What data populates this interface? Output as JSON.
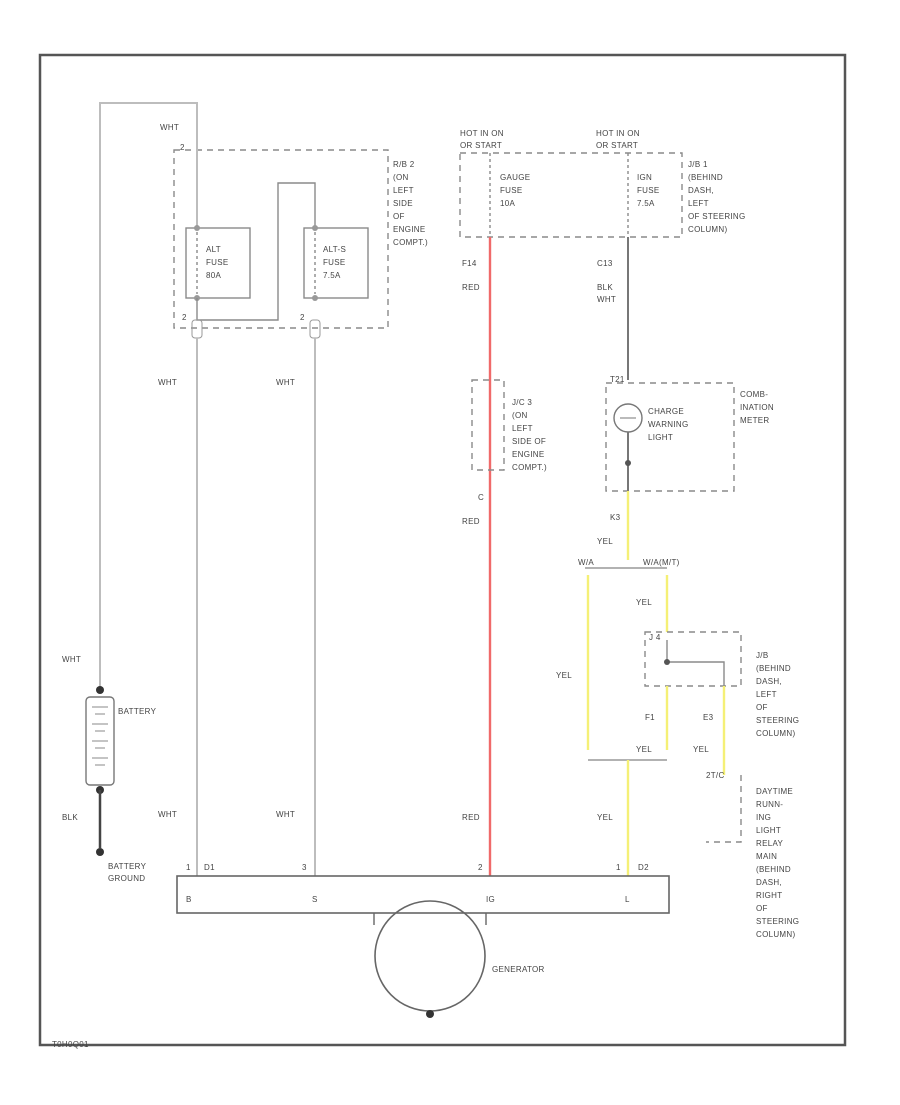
{
  "diagram_id": "T0H0Q01",
  "relay_block_1": [
    "R/B 2",
    "(ON",
    "LEFT",
    "SIDE",
    "OF",
    "ENGINE",
    "COMPT.)"
  ],
  "fuse_alt": [
    "ALT",
    "FUSE",
    "80A"
  ],
  "fuse_alts": [
    "ALT-S",
    "FUSE",
    "7.5A"
  ],
  "hot_left": [
    "HOT IN ON",
    "OR START"
  ],
  "hot_right": [
    "HOT IN ON",
    "OR START"
  ],
  "fuse_gauge": [
    "GAUGE",
    "FUSE",
    "10A"
  ],
  "fuse_ign": [
    "IGN",
    "FUSE",
    "7.5A"
  ],
  "jb1": [
    "J/B 1",
    "(BEHIND",
    "DASH,",
    "LEFT",
    "OF STEERING",
    "COLUMN)"
  ],
  "jc3": [
    "J/C 3",
    "(ON",
    "LEFT",
    "SIDE OF",
    "ENGINE",
    "COMPT.)"
  ],
  "combination_meter": [
    "COMB-",
    "INATION",
    "METER"
  ],
  "charge_light": [
    "CHARGE",
    "WARNING",
    "LIGHT"
  ],
  "jb_lower": [
    "J/B",
    "(BEHIND",
    "DASH,",
    "LEFT",
    "OF",
    "STEERING",
    "COLUMN)"
  ],
  "drl_relay": [
    "DAYTIME",
    "RUNN-",
    "ING",
    "LIGHT",
    "RELAY",
    "MAIN",
    "(BEHIND",
    "DASH,",
    "RIGHT",
    "OF",
    "STEERING",
    "COLUMN)"
  ],
  "battery_label": "BATTERY",
  "battery_ground": [
    "BATTERY",
    "GROUND"
  ],
  "generator_label": "GENERATOR",
  "generator_terminals": [
    "B",
    "S",
    "IG",
    "L"
  ],
  "wire_labels": {
    "wht_top": "WHT",
    "wht_batt": "WHT",
    "blk_batt": "BLK",
    "wht_b_mid": "WHT",
    "wht_s_mid": "WHT",
    "wht_b_bot": "WHT",
    "wht_s_bot": "WHT",
    "red_top": "RED",
    "red_mid": "RED",
    "red_bot": "RED",
    "blk_wht": [
      "BLK",
      "WHT"
    ],
    "yel_1": "YEL",
    "yel_2": "YEL",
    "yel_3": "YEL",
    "yel_4": "YEL",
    "yel_5": "YEL",
    "yel_6": "YEL",
    "w_a": "W/A",
    "w_mark": "W/A(M/T)"
  },
  "connector_labels": {
    "fuse_top_left": "2",
    "alt_pin_bottom": "2",
    "alts_pin_bottom": "2",
    "f14": "F14",
    "c13": "C13",
    "t21": "T21",
    "c_mid": "C",
    "k3": "K3",
    "j4": "J 4",
    "f1": "F1",
    "e3": "E3",
    "t7c": "2T/C",
    "gen_b": "1",
    "gen_d1": "D1",
    "gen_s": "3",
    "gen_ig": "2",
    "gen_l": "1",
    "gen_d2": "D2"
  },
  "colors": {
    "red_wire": "#f06a6a",
    "yel_wire": "#f5f076",
    "frame": "#555555"
  }
}
